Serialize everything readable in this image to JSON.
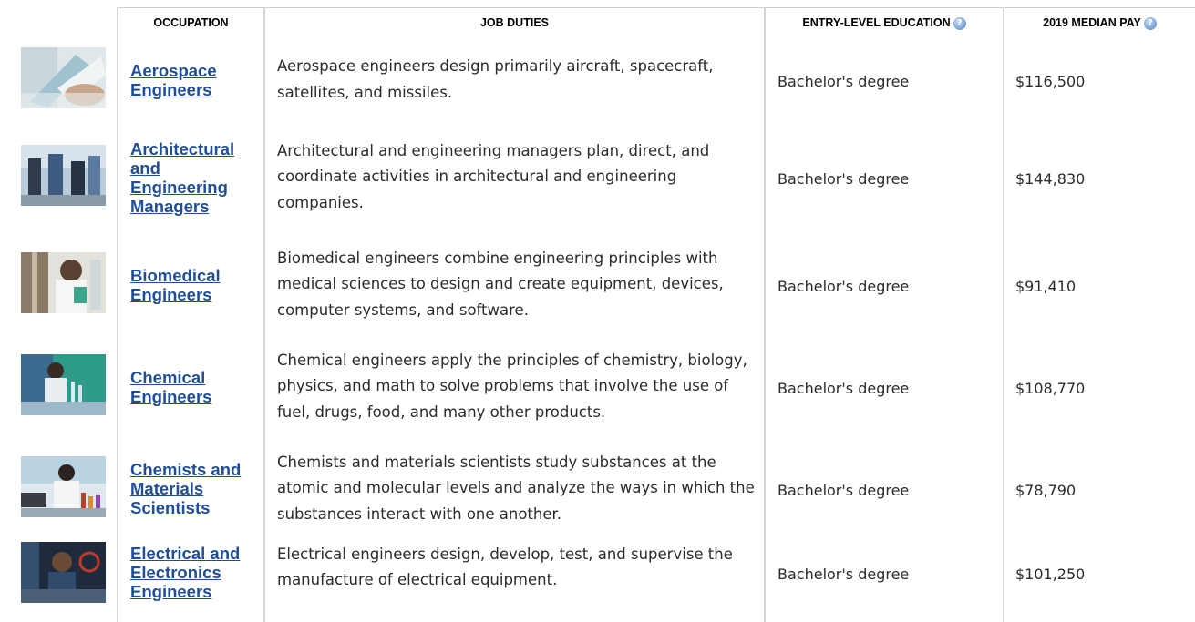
{
  "headers": {
    "occupation": "OCCUPATION",
    "job_duties": "JOB DUTIES",
    "education": "ENTRY-LEVEL EDUCATION",
    "pay": "2019 MEDIAN PAY"
  },
  "icons": {
    "info": "info-icon"
  },
  "colors": {
    "link": "#1f4e97",
    "border": "#d4d4d4"
  },
  "rows": [
    {
      "occupation": "Aerospace Engineers",
      "duties": "Aerospace engineers design primarily aircraft, spacecraft, satellites, and missiles.",
      "education": "Bachelor's degree",
      "pay": "$116,500"
    },
    {
      "occupation": "Architectural and Engineering Managers",
      "duties": "Architectural and engineering managers plan, direct, and coordinate activities in architectural and engineering companies.",
      "education": "Bachelor's degree",
      "pay": "$144,830"
    },
    {
      "occupation": "Biomedical Engineers",
      "duties": "Biomedical engineers combine engineering principles with medical sciences to design and create equipment, devices, computer systems, and software.",
      "education": "Bachelor's degree",
      "pay": "$91,410"
    },
    {
      "occupation": "Chemical Engineers",
      "duties": "Chemical engineers apply the principles of chemistry, biology, physics, and math to solve problems that involve the use of fuel, drugs, food, and many other products.",
      "education": "Bachelor's degree",
      "pay": "$108,770"
    },
    {
      "occupation": "Chemists and Materials Scientists",
      "duties": "Chemists and materials scientists study substances at the atomic and molecular levels and analyze the ways in which the substances interact with one another.",
      "education": "Bachelor's degree",
      "pay": "$78,790"
    },
    {
      "occupation": "Electrical and Electronics Engineers",
      "duties": "Electrical engineers design, develop, test, and supervise the manufacture of electrical equipment.",
      "education": "Bachelor's degree",
      "pay": "$101,250"
    }
  ]
}
